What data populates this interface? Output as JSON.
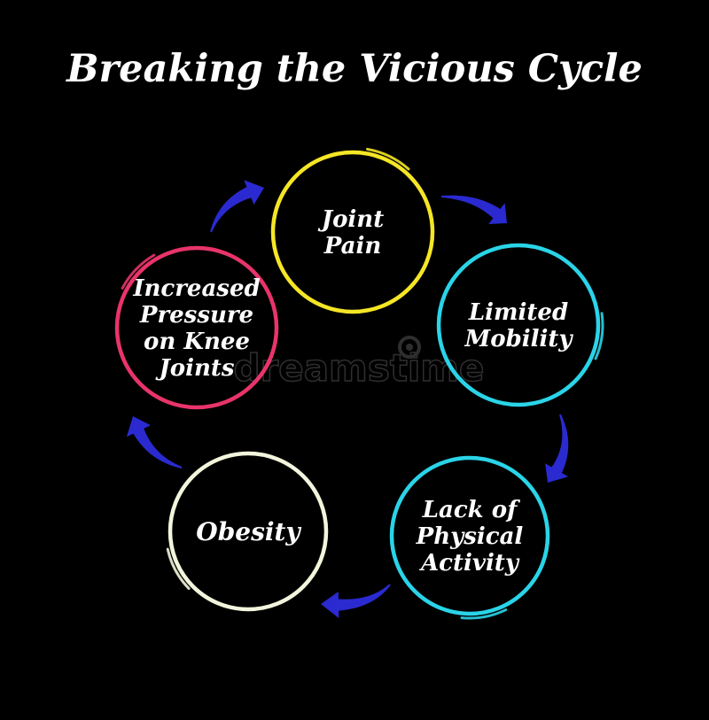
{
  "title": "Breaking the Vicious Cycle",
  "arrow_color": "#2a2ad0",
  "background_color": "#000000",
  "nodes": [
    {
      "id": "joint-pain",
      "lines": [
        "Joint",
        "Pain"
      ],
      "color": "#f5e626"
    },
    {
      "id": "limited-mobility",
      "lines": [
        "Limited",
        "Mobility"
      ],
      "color": "#2ad4e8"
    },
    {
      "id": "lack-of-physical-activity",
      "lines": [
        "Lack of",
        "Physical",
        "Activity"
      ],
      "color": "#2ad4e8"
    },
    {
      "id": "obesity",
      "lines": [
        "Obesity"
      ],
      "color": "#f3f5dc"
    },
    {
      "id": "increased-pressure",
      "lines": [
        "Increased",
        "Pressure",
        "on Knee",
        "Joints"
      ],
      "color": "#e8346a"
    }
  ],
  "watermark": "dreamstime"
}
